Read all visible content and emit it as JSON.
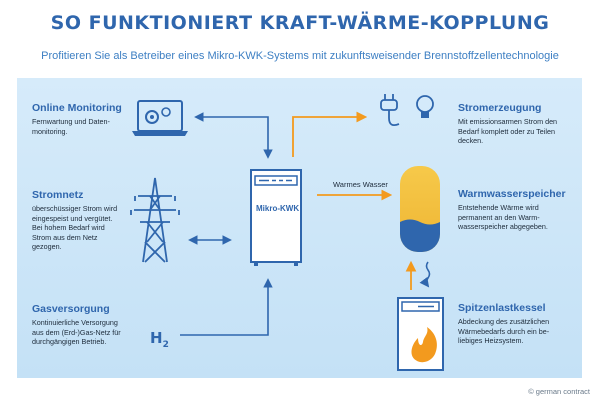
{
  "title": "SO FUNKTIONIERT KRAFT-WÄRME-KOPPLUNG",
  "subtitle": "Profitieren Sie als Betreiber eines Mikro-KWK-Systems mit  zukunftsweisender Brennstoffzellentechnologie",
  "blocks": {
    "monitoring": {
      "title": "Online Monitoring",
      "text": "Fernwartung und Daten-\nmonitoring."
    },
    "stromnetz": {
      "title": "Stromnetz",
      "text": "überschüssiger Strom wird\neingespeist und vergütet.\nBei hohem Bedarf wird\nStrom aus dem Netz\ngezogen."
    },
    "gas": {
      "title": "Gasversorgung",
      "text": "Kontinuierliche Versorgung\naus dem (Erd-)Gas-Netz für\ndurchgängigen Betrieb."
    },
    "strom": {
      "title": "Stromerzeugung",
      "text": "Mit emissionsarmen Strom den\nBedarf komplett oder zu Teilen\ndecken."
    },
    "warmwasser": {
      "title": "Warmwasserspeicher",
      "text": "Entstehende Wärme wird\npermanent an den Warm-\nwasserspeicher abgegeben."
    },
    "spitzen": {
      "title": "Spitzenlastkessel",
      "text": "Abdeckung des zusätzlichen\nWärmebedarfs durch ein be-\nliebiges Heizsystem."
    }
  },
  "center_label": "Mikro-KWK",
  "arrow_label": "Warmes Wasser",
  "h2_main": "H",
  "h2_sub": "2",
  "copyright": "© german contract",
  "colors": {
    "blue": "#2f66ad",
    "orange": "#f39a1e",
    "panel": "#cfe6f8"
  },
  "icons": [
    "laptop-gear-icon",
    "power-tower-icon",
    "plug-icon",
    "lightbulb-icon",
    "water-tank-icon",
    "boiler-flame-icon"
  ]
}
